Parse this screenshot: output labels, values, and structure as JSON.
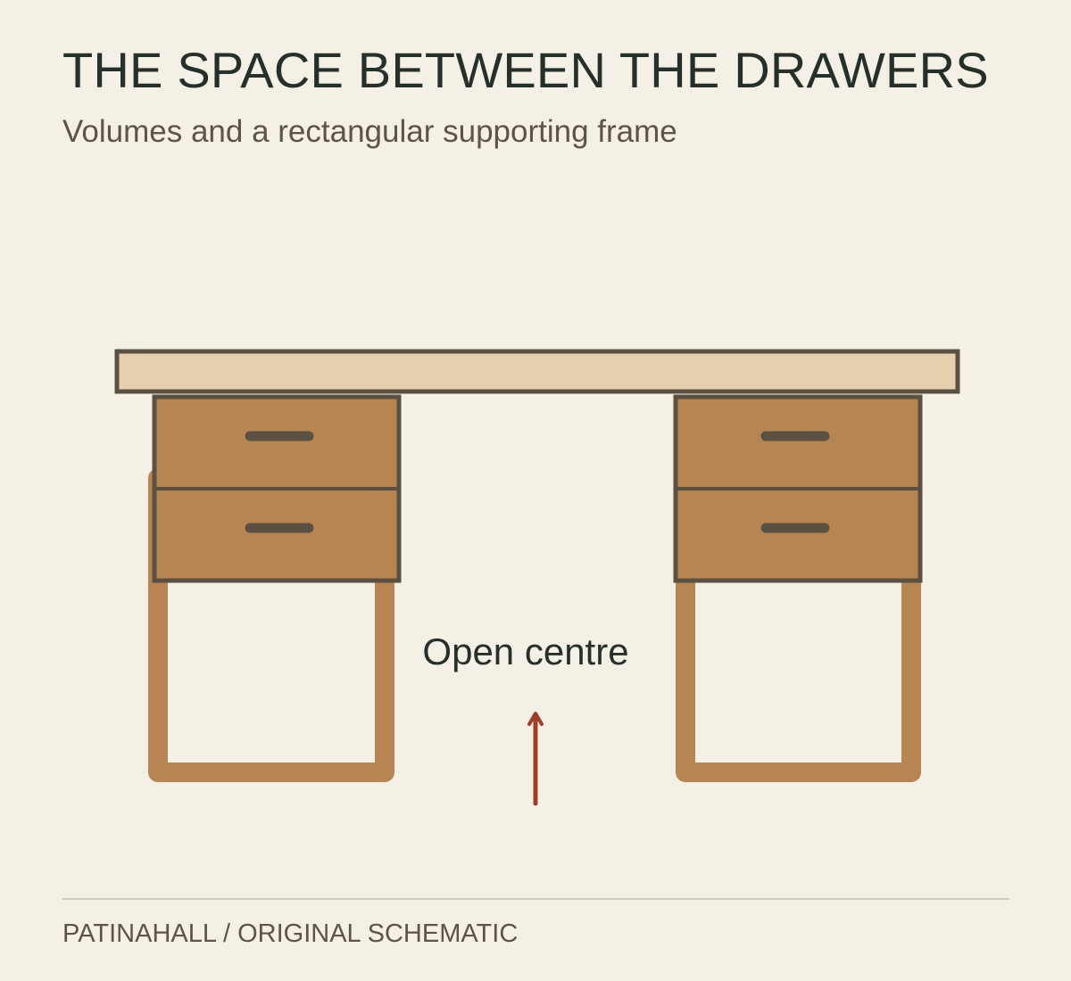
{
  "header": {
    "title": "THE SPACE BETWEEN THE DRAWERS",
    "subtitle": "Volumes and a rectangular supporting frame"
  },
  "diagram": {
    "annotation": "Open centre",
    "colors": {
      "background": "#f4f0e6",
      "desktop": "#e5cfad",
      "drawer_wood": "#b78552",
      "outline": "#5b5142",
      "frame": "#b78552",
      "arrow": "#a23d27",
      "text": "#25302b"
    }
  },
  "footer": {
    "credit": "PATINAHALL / ORIGINAL SCHEMATIC"
  }
}
